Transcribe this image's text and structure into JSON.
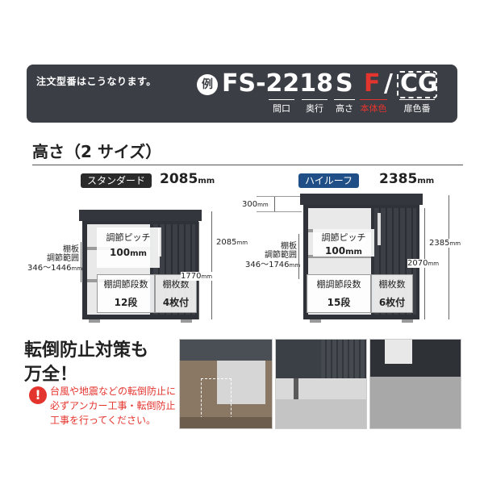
{
  "banner": {
    "intro": "注文型番はこうなります。",
    "rei": "例",
    "code_main": "FS-2218",
    "code_s": "S",
    "code_f": "F",
    "slash": "/",
    "code_cg": "CG",
    "labels": {
      "maguchi": "間口",
      "okuyuki": "奥行",
      "takasa": "高さ",
      "hontai": "本体色",
      "tobira": "扉色番"
    }
  },
  "section": {
    "title": "高さ（2 サイズ）"
  },
  "standard": {
    "tag": "スタンダード",
    "height_value": "2085",
    "unit": "mm",
    "shelf_label_1": "棚板",
    "shelf_label_2": "調節範囲",
    "shelf_range": "346～1446",
    "pitch_label": "調節ピッチ",
    "pitch_value": "100",
    "steps_label": "棚調節段数",
    "steps_value": "12段",
    "boards_label": "棚枚数",
    "boards_value": "4枚付",
    "dim_total": "2085",
    "dim_inner": "1770"
  },
  "highroof": {
    "tag": "ハイルーフ",
    "height_value": "2385",
    "unit": "mm",
    "extra": "300",
    "shelf_label_1": "棚板",
    "shelf_label_2": "調節範囲",
    "shelf_range": "346～1746",
    "pitch_label": "調節ピッチ",
    "pitch_value": "100",
    "steps_label": "棚調節段数",
    "steps_value": "15段",
    "boards_label": "棚枚数",
    "boards_value": "6枚付",
    "dim_total": "2385",
    "dim_inner": "2070"
  },
  "anti": {
    "title_1": "転倒防止対策も",
    "title_2": "万全！",
    "warn_mark": "!",
    "warn_text": "台風や地震などの転倒防止に必ずアンカー工事・転倒防止工事を行ってください。"
  },
  "colors": {
    "banner_bg": "#3b3e45",
    "accent_red": "#e4342e",
    "standard_tag": "#2a2a2a",
    "highroof_tag": "#1f4f86"
  }
}
